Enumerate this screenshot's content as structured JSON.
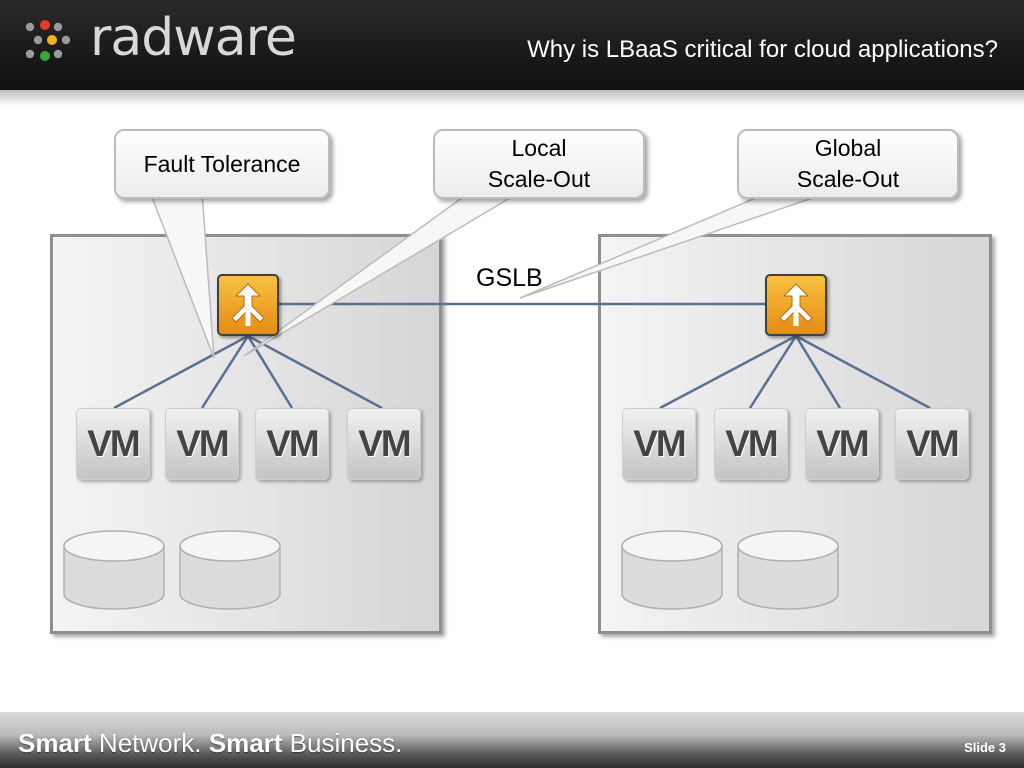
{
  "header": {
    "logo_text": "radware",
    "title": "Why is LBaaS critical for cloud applications?"
  },
  "callouts": {
    "fault_tolerance": "Fault Tolerance",
    "local_scale_out": [
      "Local",
      "Scale-Out"
    ],
    "global_scale_out": [
      "Global",
      "Scale-Out"
    ]
  },
  "diagram": {
    "gslb_label": "GSLB",
    "left_dc": {
      "vms": [
        "VM",
        "VM",
        "VM",
        "VM"
      ]
    },
    "right_dc": {
      "vms": [
        "VM",
        "VM",
        "VM",
        "VM"
      ]
    }
  },
  "footer": {
    "tagline_part1": "Smart",
    "tagline_part2": " Network. ",
    "tagline_part3": "Smart",
    "tagline_part4": " Business.",
    "slide_number": "Slide 3"
  },
  "colors": {
    "link_line": "#5a7093",
    "lb_orange": "#f0a82a"
  }
}
